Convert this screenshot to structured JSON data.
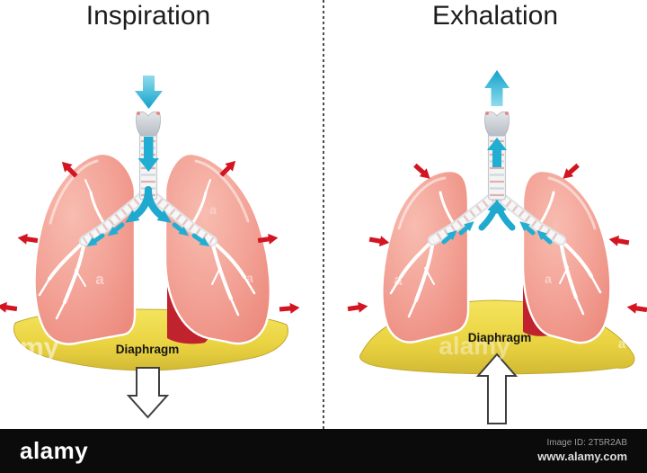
{
  "panels": {
    "inspiration": {
      "title": "Inspiration",
      "diaphragm_label": "Diaphragm",
      "air_arrow": "air flows down into lungs",
      "rib_arrows": "chest wall expands outward",
      "diaphragm_arrow": "diaphragm moves down"
    },
    "exhalation": {
      "title": "Exhalation",
      "diaphragm_label": "Diaphragm",
      "air_arrow": "air flows up out of lungs",
      "rib_arrows": "chest wall relaxes inward",
      "diaphragm_arrow": "diaphragm moves up"
    }
  },
  "watermarks": {
    "letter": "a",
    "partial_logo": "my",
    "logo": "alamy"
  },
  "footer": {
    "logo": "alamy",
    "image_id": "Image ID: 2T5R2AB",
    "website": "www.alamy.com"
  },
  "colors": {
    "lung_pink": "#f09a8c",
    "lung_pink_light": "#f7b3a7",
    "heart_red": "#c0222e",
    "diaphragm_yellow": "#ecd945",
    "airflow_cyan": "#1fa9cf",
    "expansion_arrow_red": "#d31522",
    "trachea_gray": "#c3c9ce",
    "footer_black": "#0b0b0b"
  }
}
